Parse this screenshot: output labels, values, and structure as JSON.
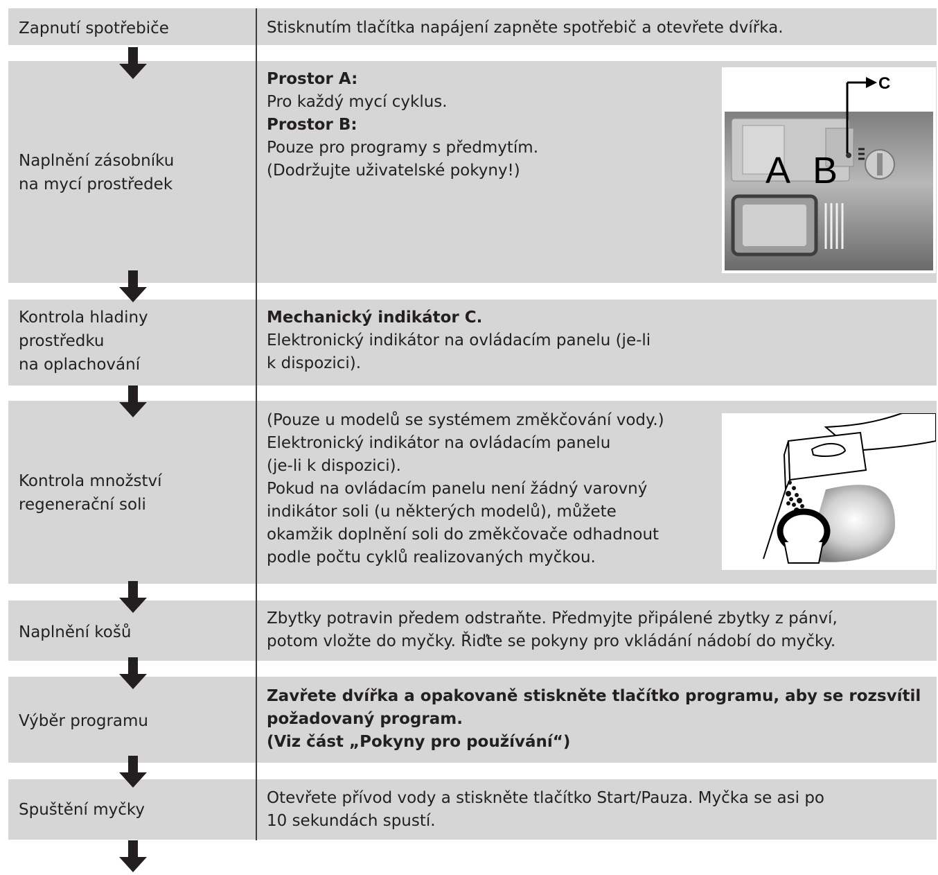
{
  "steps": [
    {
      "label": [
        "Zapnutí spotřebiče"
      ],
      "desc": [
        {
          "text": "Stisknutím tlačítka napájení zapněte spotřebič a otevřete dvířka.",
          "bold": false
        }
      ]
    },
    {
      "label": [
        "Naplnění zásobníku",
        "na mycí prostředek"
      ],
      "desc": [
        {
          "text": "Prostor A:",
          "bold": true
        },
        {
          "text": "Pro každý mycí cyklus.",
          "bold": false
        },
        {
          "text": "Prostor B:",
          "bold": true
        },
        {
          "text": "Pouze pro programy s předmytím.",
          "bold": false
        },
        {
          "text": "(Dodržujte uživatelské pokyny!)",
          "bold": false
        }
      ]
    },
    {
      "label": [
        "Kontrola hladiny",
        "prostředku",
        "na oplachování"
      ],
      "desc": [
        {
          "text": "Mechanický indikátor C.",
          "bold": true
        },
        {
          "text": "Elektronický indikátor na ovládacím panelu (je-li",
          "bold": false
        },
        {
          "text": "k dispozici).",
          "bold": false
        }
      ]
    },
    {
      "label": [
        "Kontrola množství",
        "regenerační soli"
      ],
      "desc": [
        {
          "text": "(Pouze u modelů se systémem změkčování vody.)",
          "bold": false
        },
        {
          "text": "Elektronický indikátor na ovládacím panelu",
          "bold": false
        },
        {
          "text": "(je-li k dispozici).",
          "bold": false
        },
        {
          "text": "Pokud na ovládacím panelu není žádný varovný",
          "bold": false
        },
        {
          "text": "indikátor soli (u některých modelů), můžete",
          "bold": false
        },
        {
          "text": "okamžik doplnění soli do změkčovače odhadnout",
          "bold": false
        },
        {
          "text": "podle počtu cyklů realizovaných myčkou.",
          "bold": false
        }
      ]
    },
    {
      "label": [
        "Naplnění košů"
      ],
      "desc": [
        {
          "text": "Zbytky potravin předem odstraňte. Předmyjte připálené zbytky z pánví,",
          "bold": false
        },
        {
          "text": "potom vložte do myčky. Řiďte se pokyny pro vkládání nádobí do myčky.",
          "bold": false
        }
      ]
    },
    {
      "label": [
        "Výběr programu"
      ],
      "desc": [
        {
          "text": "Zavřete dvířka a opakovaně stiskněte tlačítko programu, aby se rozsvítil",
          "bold": true
        },
        {
          "text": "požadovaný program.",
          "bold": true
        },
        {
          "text": "(Viz část „Pokyny pro používání“)",
          "bold": true
        }
      ]
    },
    {
      "label": [
        "Spuštění myčky"
      ],
      "desc": [
        {
          "text": "Otevřete přívod vody a stiskněte tlačítko Start/Pauza. Myčka se asi po",
          "bold": false
        },
        {
          "text": "10 sekundách spustí.",
          "bold": false
        }
      ]
    }
  ],
  "figure_dispenser": {
    "letter_a": "A",
    "letter_b": "B",
    "letter_c": "C"
  },
  "colors": {
    "band": "#d6d6d6",
    "text": "#231f20",
    "arrow": "#231f20",
    "divider": "#3c3c3c"
  }
}
